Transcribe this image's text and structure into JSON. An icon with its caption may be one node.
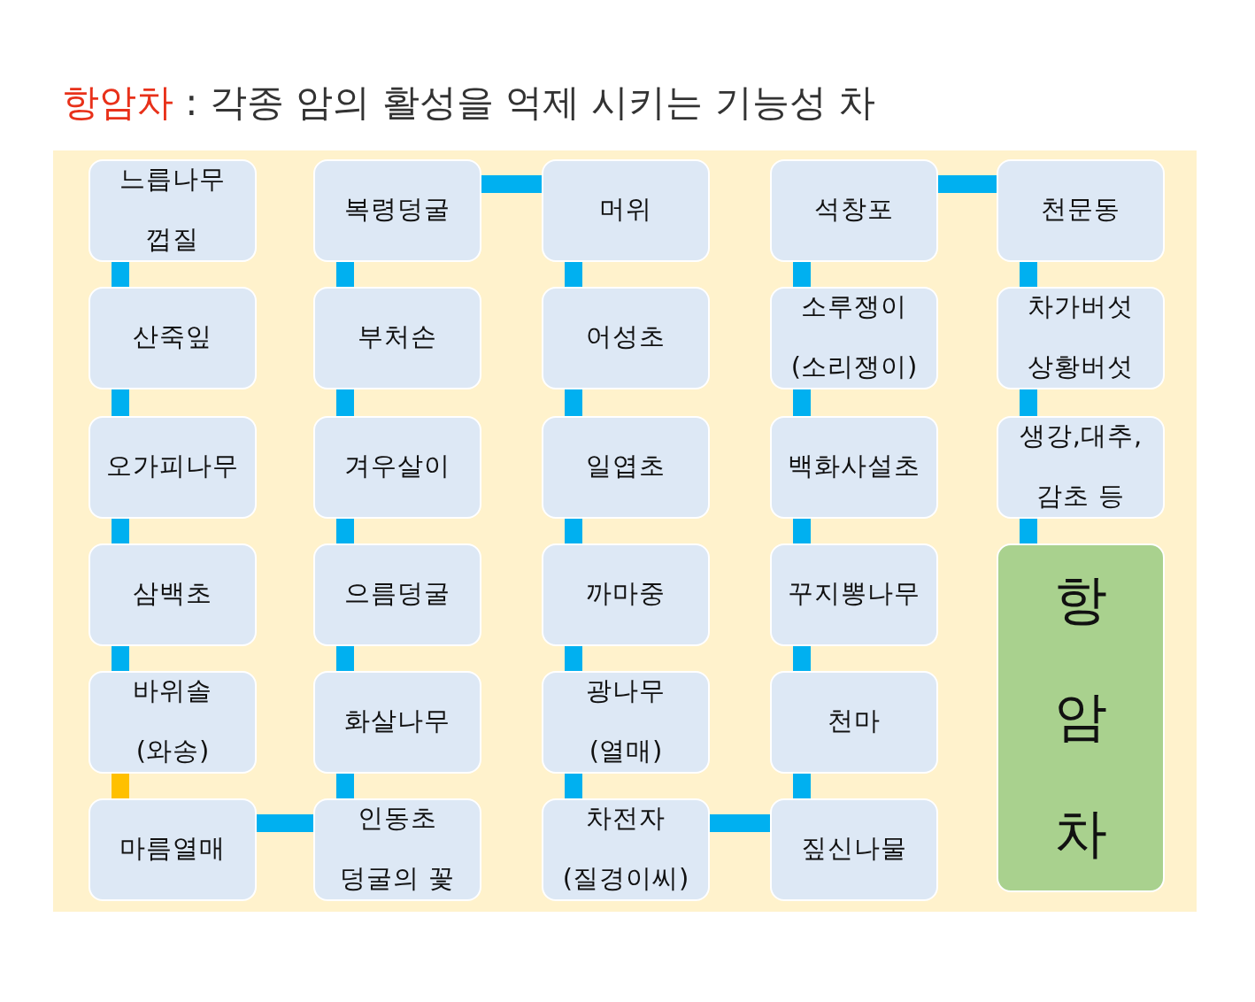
{
  "diagram": {
    "title": "항암차 : 각종 암의 활성을 억제 시키는 기능성 차",
    "nodes": [
      {
        "text": [
          "느릅나무 껍질"
        ]
      },
      {
        "text": [
          "산죽잎"
        ]
      },
      {
        "text": [
          "오가피나무"
        ]
      },
      {
        "text": [
          "삼백초"
        ]
      },
      {
        "text": [
          "바위솔 (와송)"
        ]
      },
      {
        "text": [
          "마름열매"
        ]
      },
      {
        "text": [
          "복령덩굴"
        ]
      },
      {
        "text": [
          "부처손"
        ]
      },
      {
        "text": [
          "겨우살이"
        ]
      },
      {
        "text": [
          "으름덩굴"
        ]
      },
      {
        "text": [
          "화살나무"
        ]
      },
      {
        "text": [
          "인동초 덩굴의 꽃"
        ]
      },
      {
        "text": [
          "머위"
        ]
      },
      {
        "text": [
          "어성초"
        ]
      },
      {
        "text": [
          "일엽초"
        ]
      },
      {
        "text": [
          "까마중"
        ]
      },
      {
        "text": [
          "광나무 (열매)"
        ]
      },
      {
        "text": [
          "차전자 (질경이씨)"
        ]
      },
      {
        "text": [
          "석창포"
        ]
      },
      {
        "text": [
          "소루쟁이 (소리쟁이)"
        ]
      },
      {
        "text": [
          "백화사설초"
        ]
      },
      {
        "text": [
          "꾸지뽕나무"
        ]
      },
      {
        "text": [
          "천마"
        ]
      },
      {
        "text": [
          "짚신나물"
        ]
      },
      {
        "text": [
          "천문동"
        ]
      },
      {
        "text": [
          "차가버섯 상황버섯"
        ]
      },
      {
        "text": [
          "생강,대추, 감초 등"
        ]
      },
      {
        "text": [
          "항암차"
        ]
      }
    ],
    "edges": [
      {
        "from": 0,
        "to": 1,
        "arrow": "none"
      },
      {
        "from": 1,
        "to": 2,
        "arrow": "none"
      },
      {
        "from": 2,
        "to": 3,
        "arrow": "none"
      },
      {
        "from": 3,
        "to": 4,
        "arrow": "none"
      },
      {
        "from": 4,
        "to": 5,
        "arrow": "none",
        "color": "#ffc000"
      },
      {
        "from": 5,
        "to": 11,
        "arrow": "none"
      },
      {
        "from": 11,
        "to": 10,
        "arrow": "none"
      },
      {
        "from": 10,
        "to": 9,
        "arrow": "none"
      },
      {
        "from": 9,
        "to": 8,
        "arrow": "none"
      },
      {
        "from": 8,
        "to": 7,
        "arrow": "none"
      },
      {
        "from": 7,
        "to": 6,
        "arrow": "none"
      },
      {
        "from": 6,
        "to": 12,
        "arrow": "none"
      },
      {
        "from": 12,
        "to": 13,
        "arrow": "none"
      },
      {
        "from": 13,
        "to": 14,
        "arrow": "none"
      },
      {
        "from": 14,
        "to": 15,
        "arrow": "none"
      },
      {
        "from": 15,
        "to": 16,
        "arrow": "none"
      },
      {
        "from": 16,
        "to": 17,
        "arrow": "none"
      },
      {
        "from": 17,
        "to": 23,
        "arrow": "none"
      },
      {
        "from": 23,
        "to": 22,
        "arrow": "none"
      },
      {
        "from": 22,
        "to": 21,
        "arrow": "none"
      },
      {
        "from": 21,
        "to": 20,
        "arrow": "none"
      },
      {
        "from": 20,
        "to": 19,
        "arrow": "none"
      },
      {
        "from": 19,
        "to": 18,
        "arrow": "none"
      },
      {
        "from": 18,
        "to": 24,
        "arrow": "none"
      },
      {
        "from": 24,
        "to": 25,
        "arrow": "none"
      },
      {
        "from": 25,
        "to": 26,
        "arrow": "none"
      },
      {
        "from": 26,
        "to": 27,
        "arrow": "none"
      }
    ]
  }
}
